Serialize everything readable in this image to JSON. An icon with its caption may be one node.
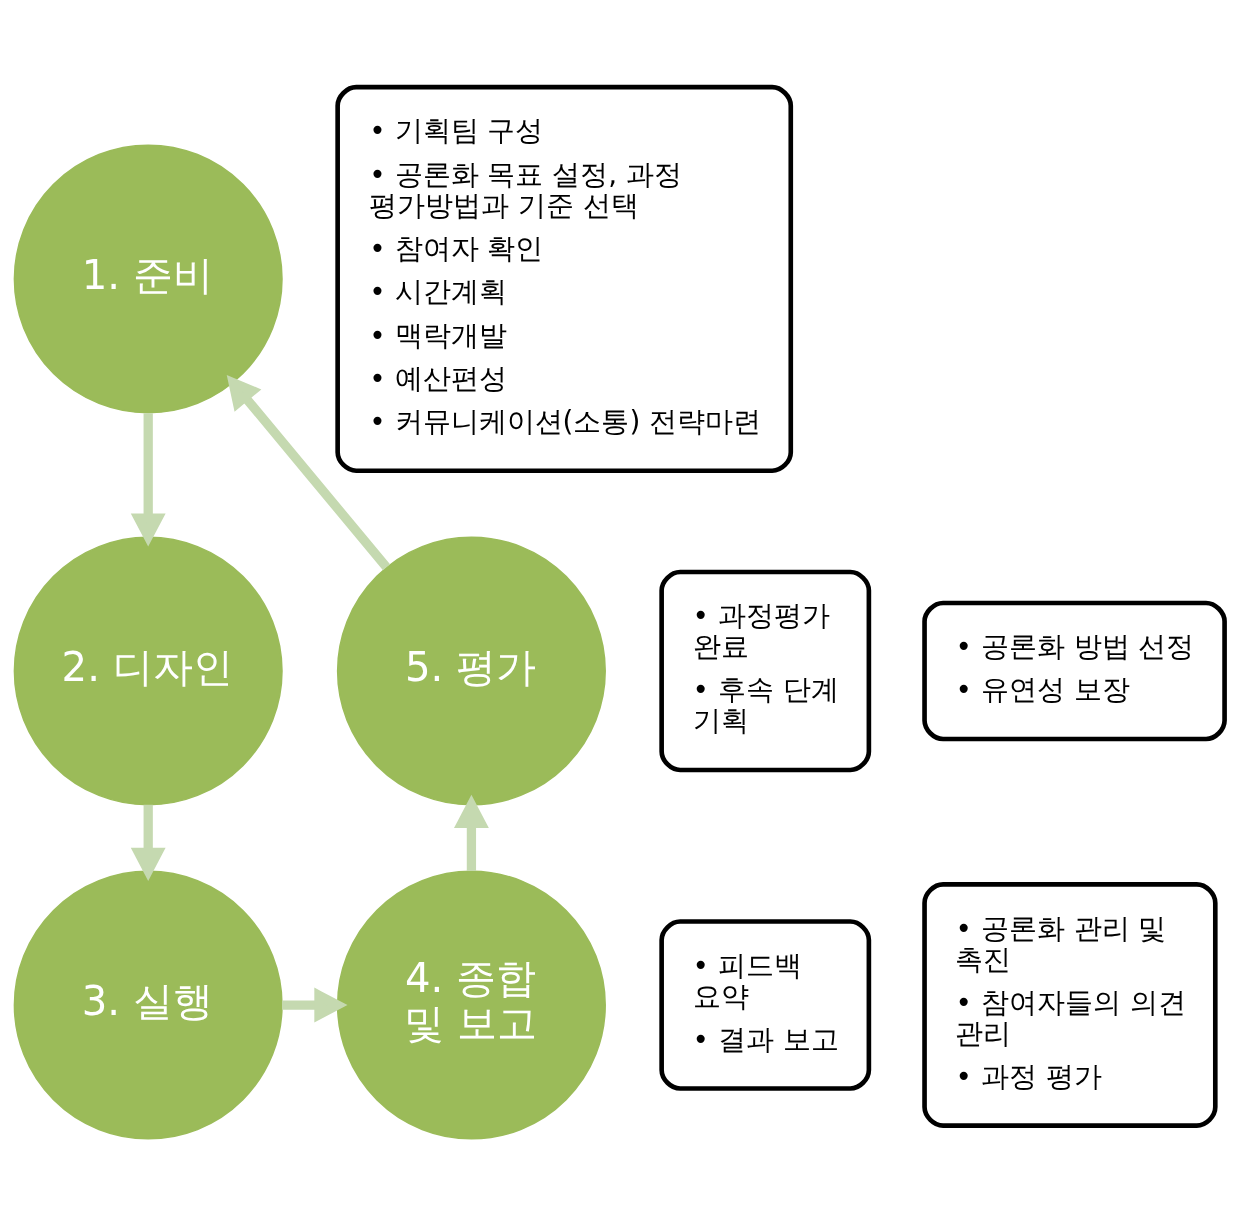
{
  "diagram": {
    "nodes": [
      {
        "text": [
          "• 기획팀 구성",
          "• 공론화 목표 설정, 과정 평가방법과 기준 선택",
          "• 참여자 확인",
          "• 시간계획",
          "• 맥락개발",
          "• 예산편성",
          "• 커뮤니케이션(소통) 전략마련"
        ]
      },
      {
        "text": [
          "• 과정평가 완료",
          "• 후속 단계 기획"
        ]
      },
      {
        "text": [
          "1. 준비"
        ]
      },
      {
        "text": [
          "• 공론화 방법 선정",
          "• 유연성 보장"
        ]
      },
      {
        "text": [
          "2. 디자인"
        ]
      },
      {
        "text": [
          "5. 평가"
        ]
      },
      {
        "text": [
          "• 피드백 요약",
          "• 결과 보고"
        ]
      },
      {
        "text": [
          "• 공론화 관리 및 촉진",
          "• 참여자들의 의견 관리",
          "• 과정 평가"
        ]
      },
      {
        "text": [
          "4. 종합 및 보고"
        ]
      },
      {
        "text": [
          "3. 실행"
        ]
      }
    ],
    "edges": [
      {
        "from": 2,
        "to": 4,
        "arrow": "to"
      },
      {
        "from": 4,
        "to": 9,
        "arrow": "to"
      },
      {
        "from": 9,
        "to": 8,
        "arrow": "to"
      },
      {
        "from": 8,
        "to": 5,
        "arrow": "to"
      },
      {
        "from": 5,
        "to": 2,
        "arrow": "to"
      }
    ]
  }
}
